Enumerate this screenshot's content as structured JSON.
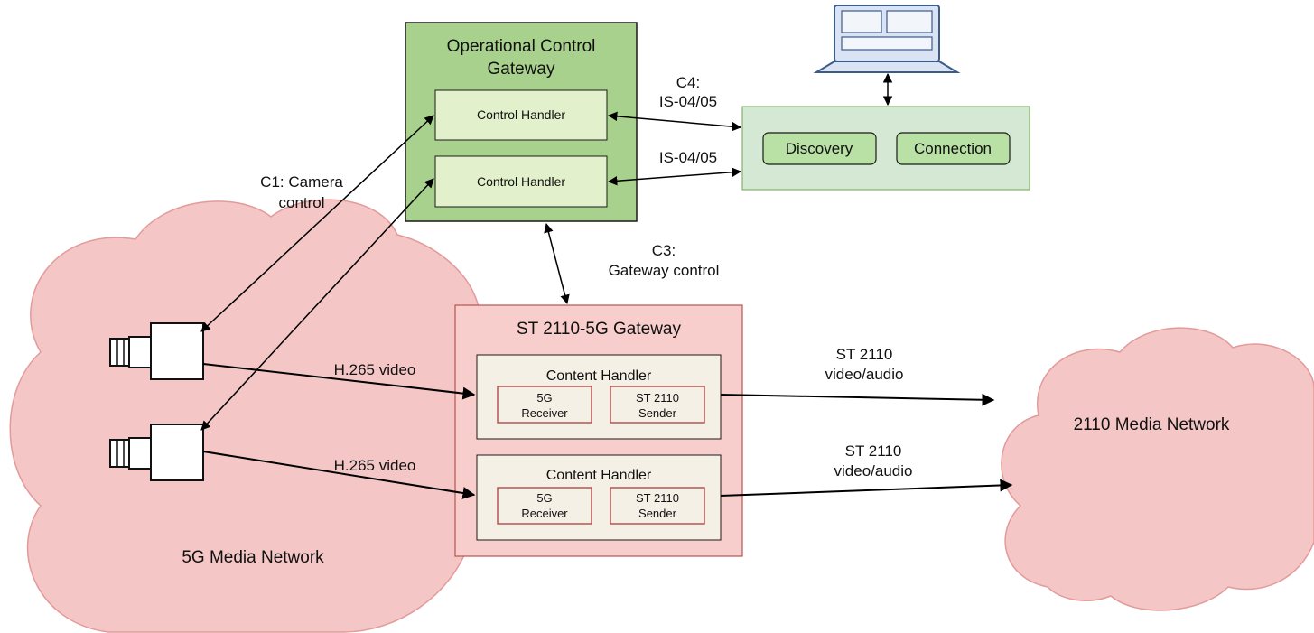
{
  "clouds": {
    "media5g_label": "5G Media Network",
    "media2110_label": "2110 Media Network"
  },
  "operational_gateway": {
    "title_line1": "Operational Control",
    "title_line2": "Gateway",
    "handlers": [
      "Control Handler",
      "Control Handler"
    ]
  },
  "nmos_controller": {
    "discovery_label": "Discovery",
    "connection_label": "Connection"
  },
  "st2110_gateway": {
    "title": "ST 2110-5G Gateway",
    "content_handlers": [
      {
        "title": "Content Handler",
        "receiver_line1": "5G",
        "receiver_line2": "Receiver",
        "sender_line1": "ST 2110",
        "sender_line2": "Sender"
      },
      {
        "title": "Content Handler",
        "receiver_line1": "5G",
        "receiver_line2": "Receiver",
        "sender_line1": "ST 2110",
        "sender_line2": "Sender"
      }
    ]
  },
  "links": {
    "c1_line1": "C1: Camera",
    "c1_line2": "control",
    "c3_line1": "C3:",
    "c3_line2": "Gateway control",
    "c4_line1": "C4:",
    "c4_line2": "IS-04/05",
    "is0405_second": "IS-04/05",
    "video_top": "H.265 video",
    "video_bottom": "H.265 video",
    "st2110_top_line1": "ST 2110",
    "st2110_top_line2": "video/audio",
    "st2110_bottom_line1": "ST 2110",
    "st2110_bottom_line2": "video/audio"
  },
  "colors": {
    "cloud_fill": "#f4c6c6",
    "cloud_stroke": "#e39a9a",
    "ocg_fill": "#a9d18e",
    "handler_fill": "#e2f0cb",
    "nmos_fill": "#d5e8d4",
    "nmos_button_fill": "#b9e0a5",
    "st_gateway_fill": "#f8cecc",
    "content_handler_fill": "#f5f0e6",
    "inner_box_stroke": "#b85450"
  }
}
